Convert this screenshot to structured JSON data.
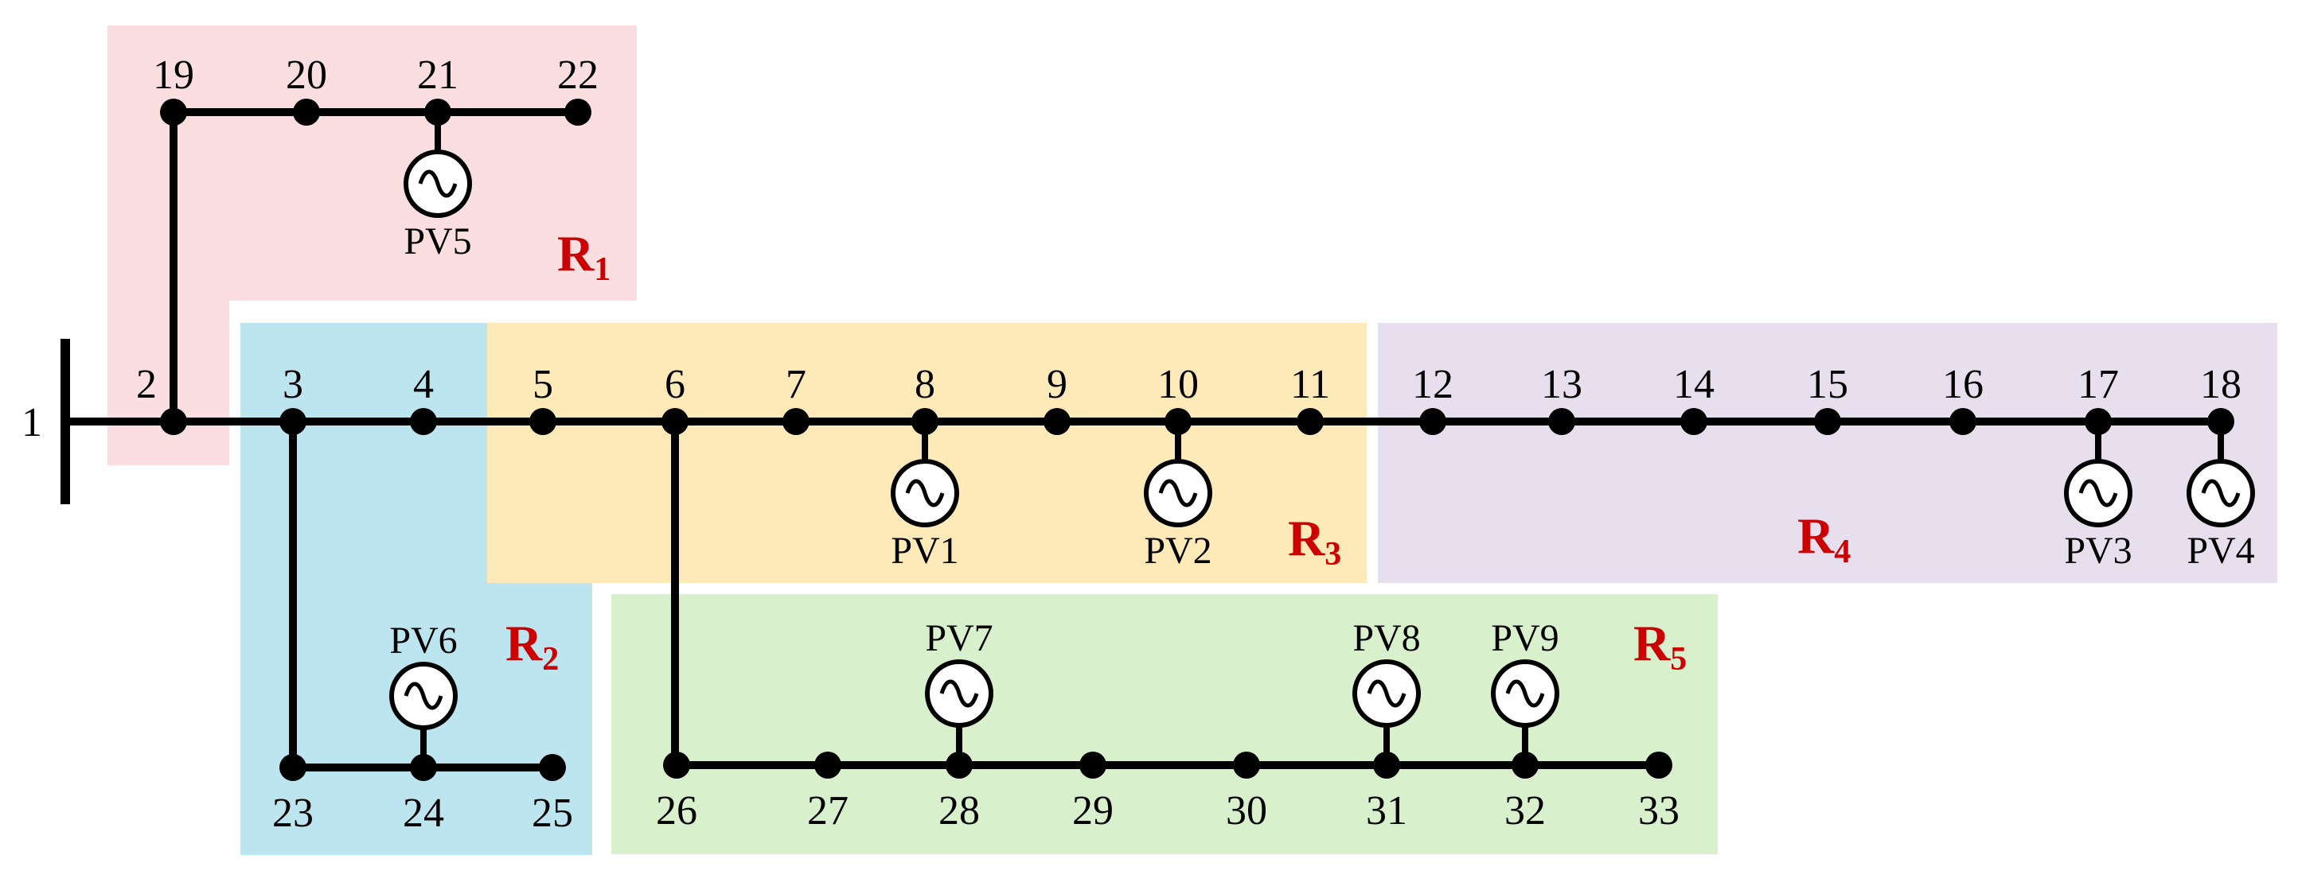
{
  "source_bus_label": "1",
  "colors": {
    "line": "#000000",
    "region_label": "#cc0000",
    "R1": "#fbdfe0",
    "R2": "#bde5ef",
    "R3": "#fdeab8",
    "R4": "#e8dfee",
    "R5": "#d8f0cb"
  },
  "regions": [
    {
      "id": "R1",
      "letter": "R",
      "sub": "1"
    },
    {
      "id": "R2",
      "letter": "R",
      "sub": "2"
    },
    {
      "id": "R3",
      "letter": "R",
      "sub": "3"
    },
    {
      "id": "R4",
      "letter": "R",
      "sub": "4"
    },
    {
      "id": "R5",
      "letter": "R",
      "sub": "5"
    }
  ],
  "buses": [
    "2",
    "3",
    "4",
    "5",
    "6",
    "7",
    "8",
    "9",
    "10",
    "11",
    "12",
    "13",
    "14",
    "15",
    "16",
    "17",
    "18",
    "19",
    "20",
    "21",
    "22",
    "23",
    "24",
    "25",
    "26",
    "27",
    "28",
    "29",
    "30",
    "31",
    "32",
    "33"
  ],
  "branches": [
    [
      "1",
      "2"
    ],
    [
      "2",
      "3"
    ],
    [
      "3",
      "4"
    ],
    [
      "4",
      "5"
    ],
    [
      "5",
      "6"
    ],
    [
      "6",
      "7"
    ],
    [
      "7",
      "8"
    ],
    [
      "8",
      "9"
    ],
    [
      "9",
      "10"
    ],
    [
      "10",
      "11"
    ],
    [
      "11",
      "12"
    ],
    [
      "12",
      "13"
    ],
    [
      "13",
      "14"
    ],
    [
      "14",
      "15"
    ],
    [
      "15",
      "16"
    ],
    [
      "16",
      "17"
    ],
    [
      "17",
      "18"
    ],
    [
      "2",
      "19"
    ],
    [
      "19",
      "20"
    ],
    [
      "20",
      "21"
    ],
    [
      "21",
      "22"
    ],
    [
      "3",
      "23"
    ],
    [
      "23",
      "24"
    ],
    [
      "24",
      "25"
    ],
    [
      "6",
      "26"
    ],
    [
      "26",
      "27"
    ],
    [
      "27",
      "28"
    ],
    [
      "28",
      "29"
    ],
    [
      "29",
      "30"
    ],
    [
      "30",
      "31"
    ],
    [
      "31",
      "32"
    ],
    [
      "32",
      "33"
    ]
  ],
  "pv_units": [
    {
      "label": "PV1",
      "bus": "8"
    },
    {
      "label": "PV2",
      "bus": "10"
    },
    {
      "label": "PV3",
      "bus": "17"
    },
    {
      "label": "PV4",
      "bus": "18"
    },
    {
      "label": "PV5",
      "bus": "21"
    },
    {
      "label": "PV6",
      "bus": "24"
    },
    {
      "label": "PV7",
      "bus": "28"
    },
    {
      "label": "PV8",
      "bus": "31"
    },
    {
      "label": "PV9",
      "bus": "32"
    }
  ]
}
